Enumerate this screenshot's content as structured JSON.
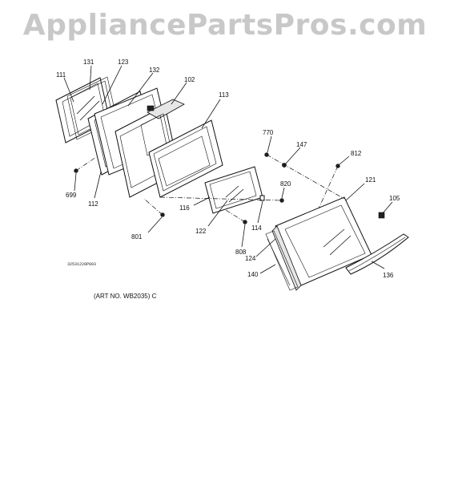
{
  "watermark": "AppliancePartsPros.com",
  "drawing_code": "32531220P003",
  "art_no": "(ART NO. WB2035) C",
  "callouts": {
    "p111": "111",
    "p131": "131",
    "p123": "123",
    "p132": "132",
    "p102": "102",
    "p113": "113",
    "p770": "770",
    "p147": "147",
    "p812": "812",
    "p699": "699",
    "p112": "112",
    "p820": "820",
    "p121": "121",
    "p116": "116",
    "p105": "105",
    "p122": "122",
    "p114": "114",
    "p801": "801",
    "p808": "808",
    "p124": "124",
    "p140": "140",
    "p136": "136"
  }
}
